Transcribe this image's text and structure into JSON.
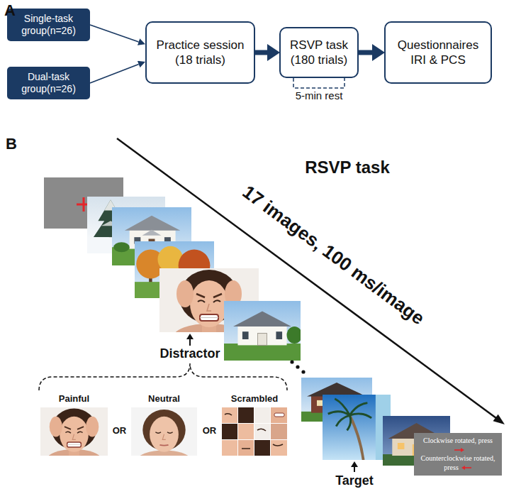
{
  "diagram": {
    "nodes": [
      {
        "text": [
          "Single-task group(n=26)"
        ]
      },
      {
        "text": [
          "Dual-task group(n=26)"
        ]
      },
      {
        "text": [
          "Practice session (18 trials)"
        ]
      },
      {
        "text": [
          "RSVP task (180 trials)"
        ]
      },
      {
        "text": [
          "Questionnaires IRI & PCS"
        ]
      },
      {
        "text": [
          "Clockwise rotated, press",
          "Counterclockwise rotated, press"
        ]
      }
    ],
    "edges": [
      {
        "from": 0,
        "to": 2,
        "arrow": "to"
      },
      {
        "from": 1,
        "to": 2,
        "arrow": "to"
      },
      {
        "from": 2,
        "to": 3,
        "arrow": "to"
      },
      {
        "from": 3,
        "to": 4,
        "arrow": "to"
      }
    ],
    "labels": [
      "A",
      "B",
      "5-min rest",
      "RSVP task",
      "17 images, 100 ms/image",
      "Distractor",
      "Painful",
      "OR",
      "Neutral",
      "OR",
      "Scrambled",
      "Target"
    ]
  }
}
